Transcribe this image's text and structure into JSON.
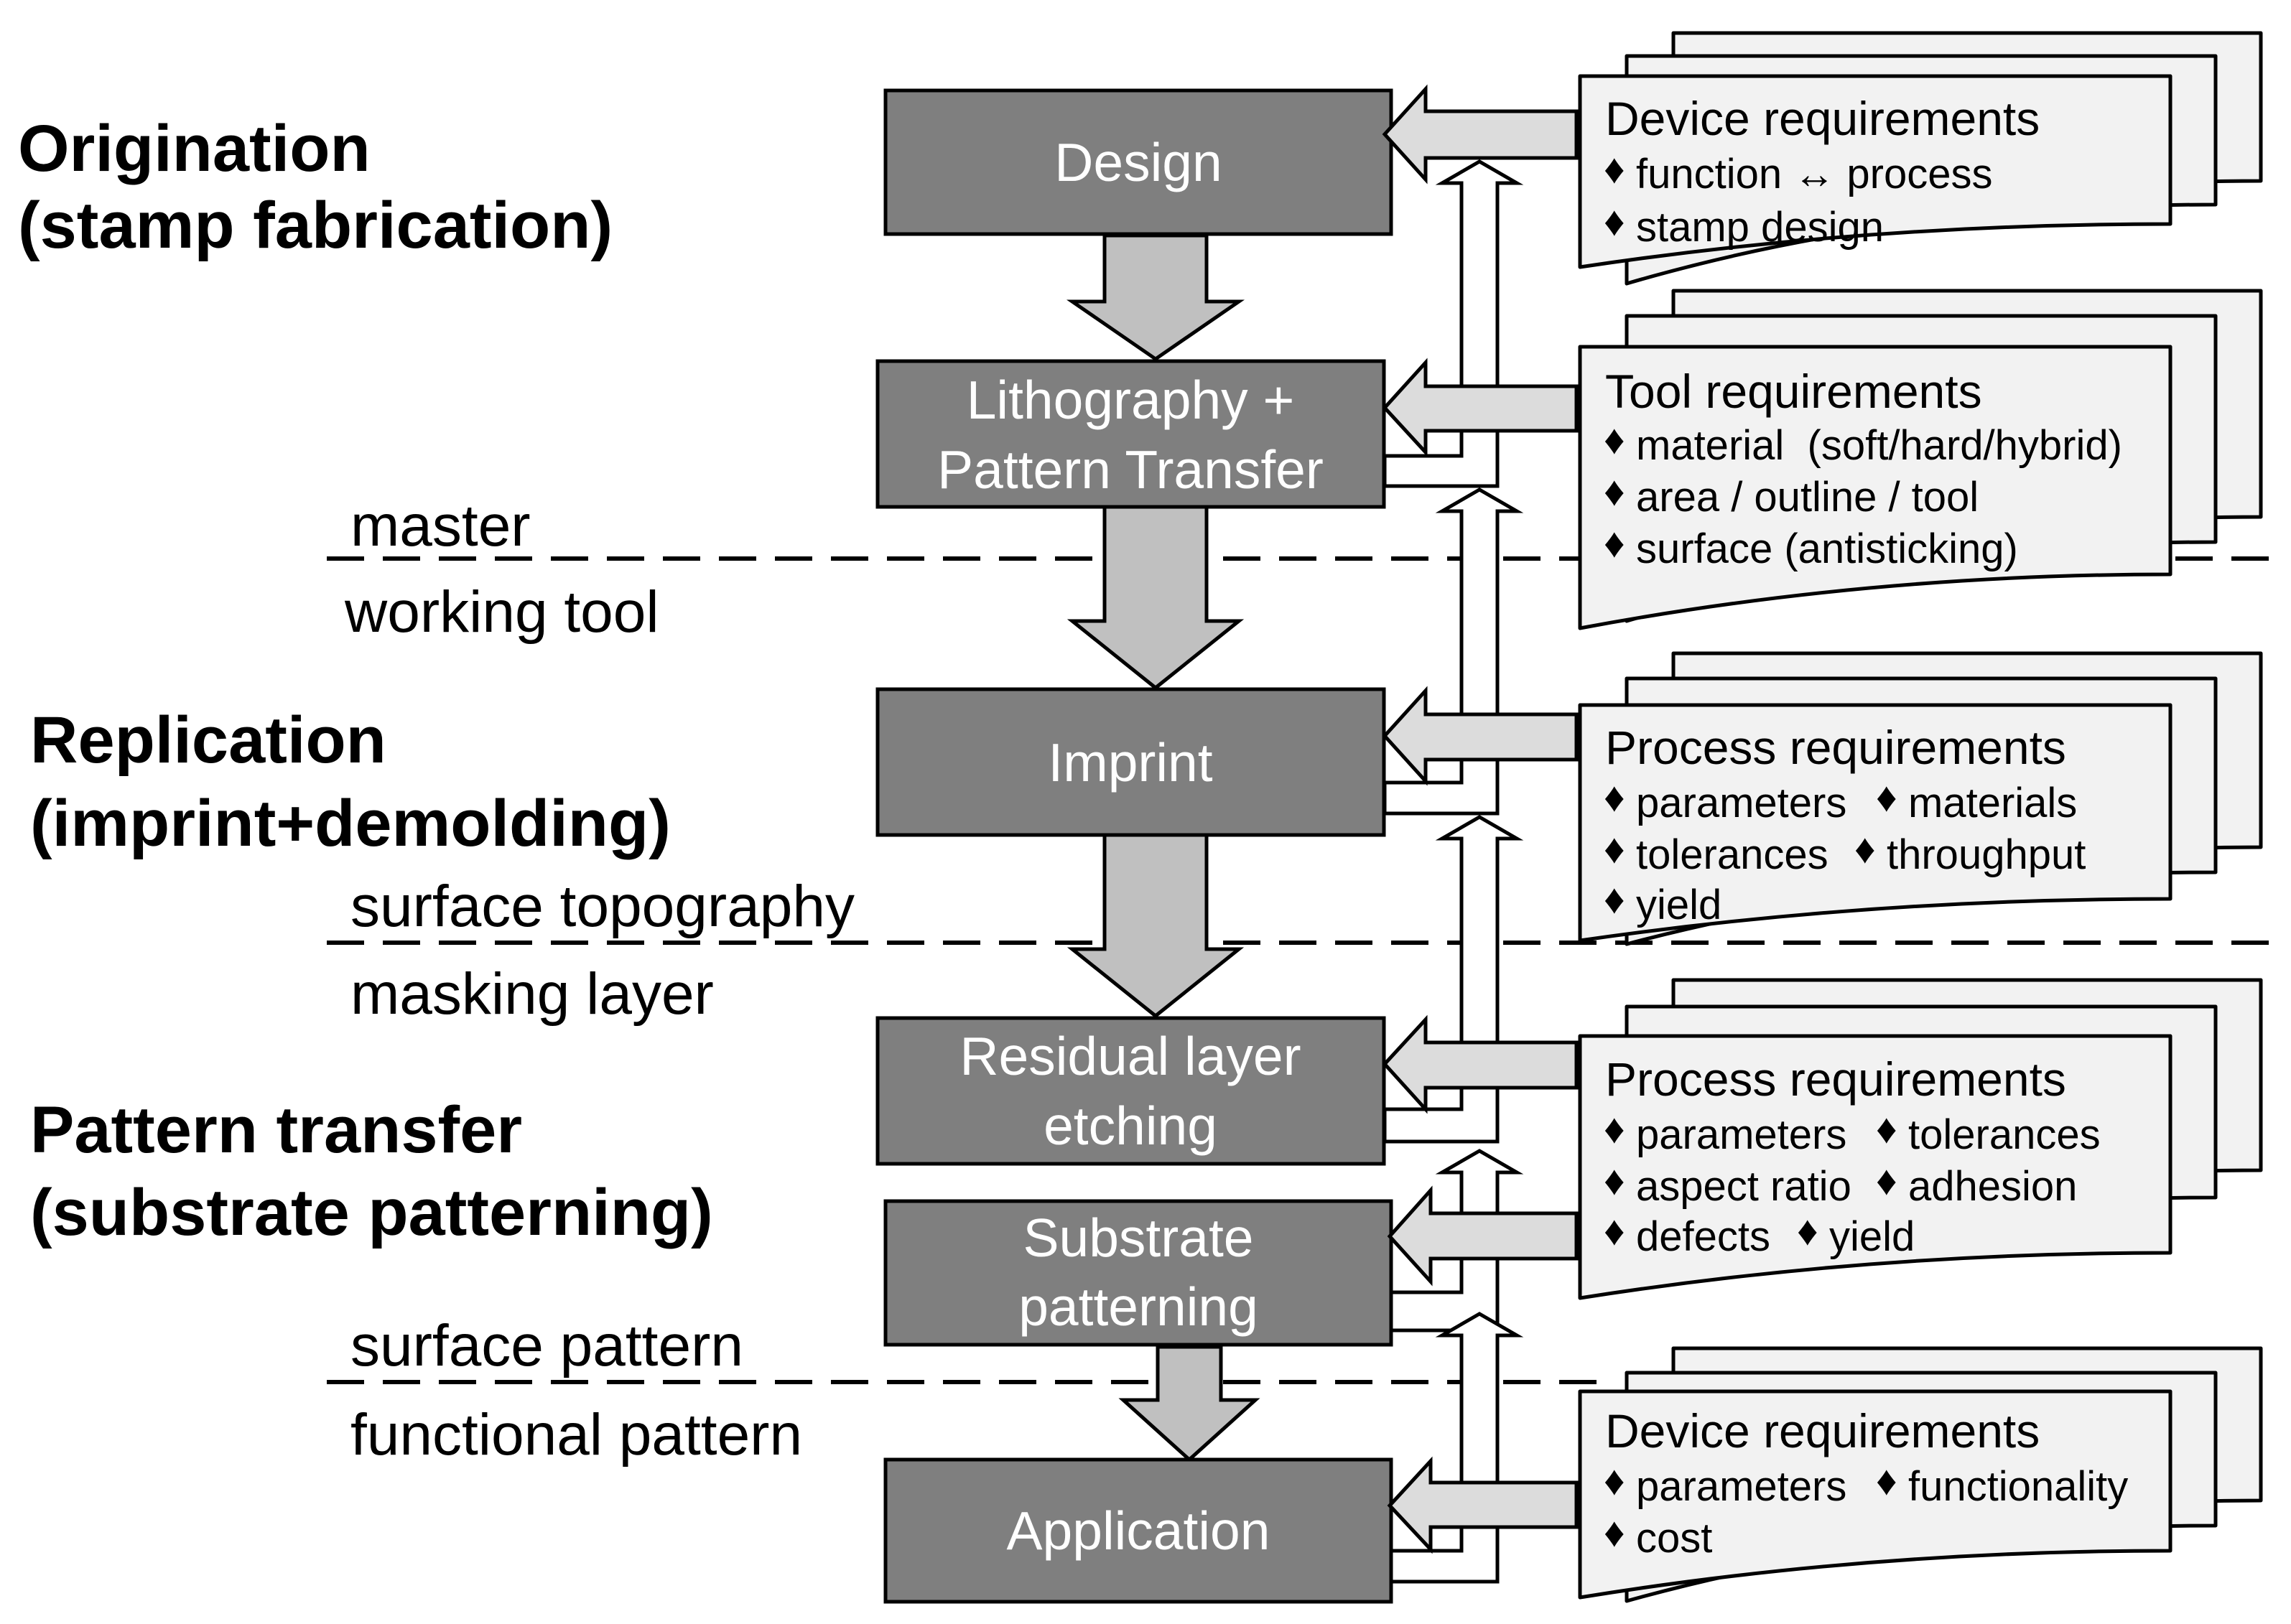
{
  "colors": {
    "box_fill": "#7f7f7f",
    "arrow_fill": "#c0c0c0",
    "doc_fill": "#f2f2f2",
    "stroke": "#000000"
  },
  "phases": {
    "origination": {
      "title": "Origination",
      "subtitle": "(stamp fabrication)"
    },
    "replication": {
      "title": "Replication",
      "subtitle": "(imprint+demolding)"
    },
    "pattern_transfer": {
      "title": "Pattern transfer",
      "subtitle": "(substrate patterning)"
    }
  },
  "boundaries": {
    "b1": {
      "above": "master",
      "below": "working tool"
    },
    "b2": {
      "above": "surface topography",
      "below": "masking layer"
    },
    "b3": {
      "above": "surface pattern",
      "below": "functional pattern"
    }
  },
  "process_boxes": {
    "design": {
      "line1": "Design"
    },
    "lithography": {
      "line1": "Lithography +",
      "line2": "Pattern Transfer"
    },
    "imprint": {
      "line1": "Imprint"
    },
    "residual": {
      "line1": "Residual layer",
      "line2": "etching"
    },
    "substrate": {
      "line1": "Substrate",
      "line2": "patterning"
    },
    "application": {
      "line1": "Application"
    }
  },
  "requirement_docs": {
    "device_top": {
      "title": "Device requirements",
      "items": [
        "function ↔ process",
        "stamp design"
      ]
    },
    "tool": {
      "title": "Tool requirements",
      "items": [
        "material  (soft/hard/hybrid)",
        "area / outline / tool",
        "surface (antisticking)"
      ]
    },
    "process_imprint": {
      "title": "Process requirements",
      "row1": [
        "parameters",
        "materials"
      ],
      "row2": [
        "tolerances",
        "throughput"
      ],
      "row3": [
        "yield"
      ]
    },
    "process_etch": {
      "title": "Process requirements",
      "row1": [
        "parameters",
        "tolerances"
      ],
      "row2": [
        "aspect ratio",
        "adhesion"
      ],
      "row3": [
        "defects",
        "yield"
      ]
    },
    "device_bottom": {
      "title": "Device requirements",
      "row1": [
        "parameters",
        "functionality"
      ],
      "row2": [
        "cost"
      ]
    }
  },
  "bullet_glyph": "♦"
}
